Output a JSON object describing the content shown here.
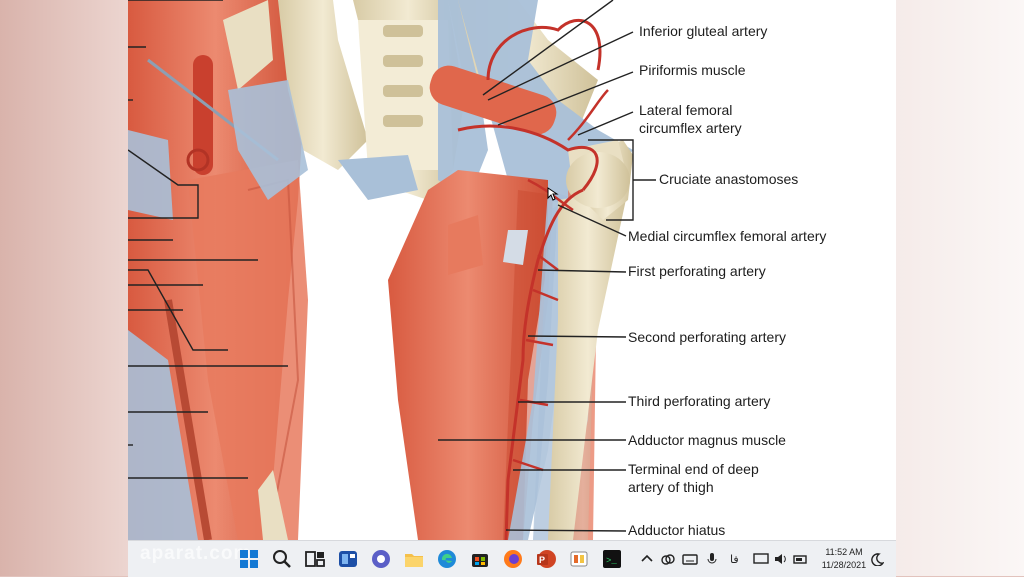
{
  "labels": {
    "inferior_gluteal": "Inferior gluteal artery",
    "piriformis": "Piriformis muscle",
    "lateral_femoral_1": "Lateral femoral",
    "lateral_femoral_2": "circumflex artery",
    "cruciate": "Cruciate anastomoses",
    "medial_circumflex": "Medial circumflex femoral artery",
    "first_perforating": "First perforating artery",
    "second_perforating": "Second perforating artery",
    "third_perforating": "Third perforating artery",
    "adductor_magnus": "Adductor magnus muscle",
    "terminal_end_1": "Terminal end of deep",
    "terminal_end_2": "artery of thigh",
    "adductor_hiatus": "Adductor hiatus"
  },
  "watermark": "aparat.com",
  "taskbar": {
    "icons": [
      "windows-start-icon",
      "search-icon",
      "task-view-icon",
      "widgets-icon",
      "teams-chat-icon",
      "file-explorer-icon",
      "edge-icon",
      "store-icon",
      "firefox-icon",
      "powerpoint-icon",
      "app-icon",
      "terminal-app-icon"
    ],
    "tray_lang": "فا",
    "time": "11:52 AM",
    "date": "11/28/2021"
  },
  "colors": {
    "muscle": "#e0674c",
    "tendon": "#a9c0d8",
    "bone": "#e9dfc3",
    "artery": "#c4322a"
  }
}
